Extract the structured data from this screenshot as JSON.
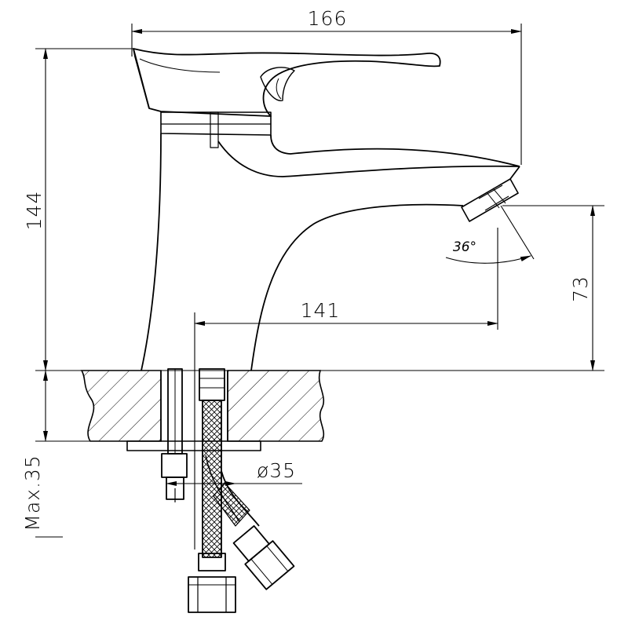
{
  "dimensions": {
    "overall_width": "166",
    "overall_height": "144",
    "spout_reach": "141",
    "spout_height": "73",
    "aerator_angle": "36°",
    "hole_diameter": "ø35",
    "max_thickness": "Max.35"
  },
  "colors": {
    "line": "#000000",
    "background": "#ffffff"
  }
}
